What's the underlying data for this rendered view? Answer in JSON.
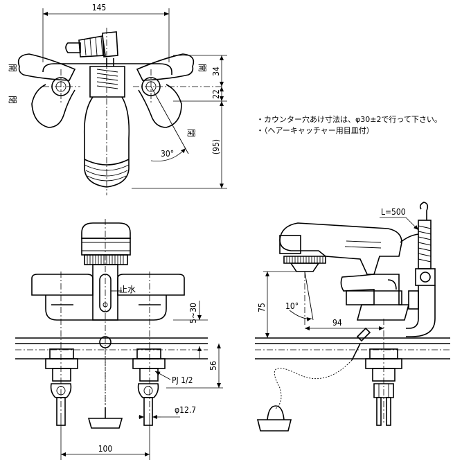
{
  "dimensions": {
    "top_width": "145",
    "top_h1": "34",
    "top_h2": "22",
    "top_h3": "(95)",
    "top_angle": "30°",
    "front_width": "100",
    "front_deck": "5~30",
    "front_height": "56",
    "front_thread": "PJ 1/2",
    "front_diameter": "φ12.7",
    "side_height": "75",
    "side_reach": "94",
    "side_angle": "10°",
    "hose_length": "L=500"
  },
  "labels": {
    "open_left": "開",
    "close_left": "閉",
    "open_right": "開",
    "close_right": "閉",
    "stop_water": "止水"
  },
  "notes": [
    "・カウンター穴あけ寸法は、φ30±2で行って下さい。",
    "・（ヘアーキャッチャー用目皿付）"
  ]
}
